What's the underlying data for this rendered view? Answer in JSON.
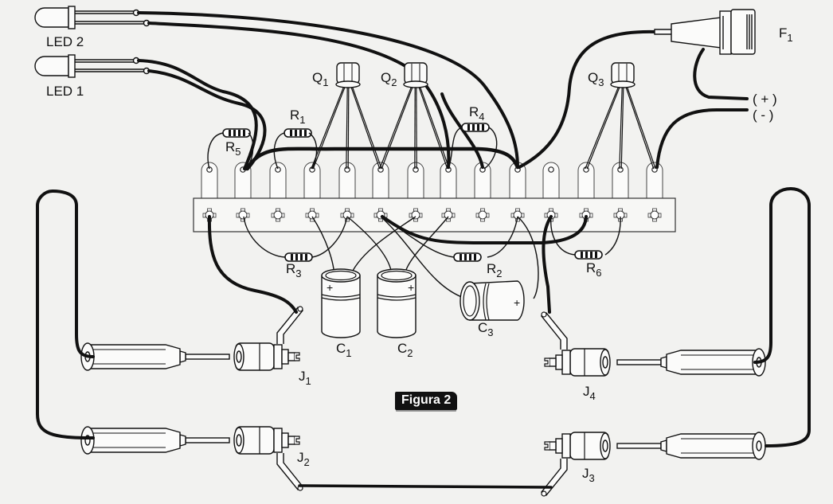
{
  "figure": {
    "caption": "Figura 2"
  },
  "components": {
    "leds": [
      {
        "id": "led2",
        "label": "LED 2"
      },
      {
        "id": "led1",
        "label": "LED 1"
      }
    ],
    "transistors": [
      {
        "id": "q1",
        "label": "Q",
        "sub": "1"
      },
      {
        "id": "q2",
        "label": "Q",
        "sub": "2"
      },
      {
        "id": "q3",
        "label": "Q",
        "sub": "3"
      }
    ],
    "resistors": [
      {
        "id": "r1",
        "label": "R",
        "sub": "1"
      },
      {
        "id": "r2",
        "label": "R",
        "sub": "2"
      },
      {
        "id": "r3",
        "label": "R",
        "sub": "3"
      },
      {
        "id": "r4",
        "label": "R",
        "sub": "4"
      },
      {
        "id": "r5",
        "label": "R",
        "sub": "5"
      },
      {
        "id": "r6",
        "label": "R",
        "sub": "6"
      }
    ],
    "capacitors": [
      {
        "id": "c1",
        "label": "C",
        "sub": "1",
        "polarity": "+"
      },
      {
        "id": "c2",
        "label": "C",
        "sub": "2",
        "polarity": "+"
      },
      {
        "id": "c3",
        "label": "C",
        "sub": "3",
        "polarity": "+"
      }
    ],
    "jacks": [
      {
        "id": "j1",
        "label": "J",
        "sub": "1"
      },
      {
        "id": "j2",
        "label": "J",
        "sub": "2"
      },
      {
        "id": "j3",
        "label": "J",
        "sub": "3"
      },
      {
        "id": "j4",
        "label": "J",
        "sub": "4"
      }
    ],
    "fuse": {
      "id": "f1",
      "label": "F",
      "sub": "1"
    },
    "power": {
      "positive": "( + )",
      "negative": "( - )"
    },
    "terminal_strip": {
      "lug_count": 14
    }
  }
}
